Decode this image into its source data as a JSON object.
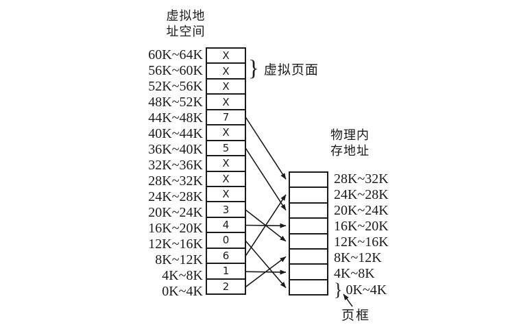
{
  "titles": {
    "virtual": [
      "虚拟地",
      "址空间"
    ],
    "physical": [
      "物理内",
      "存地址"
    ]
  },
  "annotations": {
    "virtual_page": {
      "brace": "}",
      "label": "虚拟页面"
    },
    "page_frame": {
      "brace": "}",
      "label": "页框"
    }
  },
  "virtual_memory": {
    "rows": [
      {
        "range": "60K~64K",
        "value": "X"
      },
      {
        "range": "56K~60K",
        "value": "X"
      },
      {
        "range": "52K~56K",
        "value": "X"
      },
      {
        "range": "48K~52K",
        "value": "X"
      },
      {
        "range": "44K~48K",
        "value": "7"
      },
      {
        "range": "40K~44K",
        "value": "X"
      },
      {
        "range": "36K~40K",
        "value": "5"
      },
      {
        "range": "32K~36K",
        "value": "X"
      },
      {
        "range": "28K~32K",
        "value": "X"
      },
      {
        "range": "24K~28K",
        "value": "X"
      },
      {
        "range": "20K~24K",
        "value": "3"
      },
      {
        "range": "16K~20K",
        "value": "4"
      },
      {
        "range": "12K~16K",
        "value": "0"
      },
      {
        "range": "8K~12K",
        "value": "6"
      },
      {
        "range": "4K~8K",
        "value": "1"
      },
      {
        "range": "0K~4K",
        "value": "2"
      }
    ]
  },
  "physical_memory": {
    "rows": [
      {
        "range": "28K~32K"
      },
      {
        "range": "24K~28K"
      },
      {
        "range": "20K~24K"
      },
      {
        "range": "16K~20K"
      },
      {
        "range": "12K~16K"
      },
      {
        "range": "8K~12K"
      },
      {
        "range": "4K~8K"
      },
      {
        "range": "0K~4K"
      }
    ]
  },
  "mappings": [
    {
      "virtual_range": "44K~48K",
      "frame": 7,
      "physical_range": "28K~32K"
    },
    {
      "virtual_range": "36K~40K",
      "frame": 5,
      "physical_range": "20K~24K"
    },
    {
      "virtual_range": "20K~24K",
      "frame": 3,
      "physical_range": "12K~16K"
    },
    {
      "virtual_range": "16K~20K",
      "frame": 4,
      "physical_range": "16K~20K"
    },
    {
      "virtual_range": "12K~16K",
      "frame": 0,
      "physical_range": "0K~4K"
    },
    {
      "virtual_range": "8K~12K",
      "frame": 6,
      "physical_range": "24K~28K"
    },
    {
      "virtual_range": "4K~8K",
      "frame": 1,
      "physical_range": "4K~8K"
    },
    {
      "virtual_range": "0K~4K",
      "frame": 2,
      "physical_range": "8K~12K"
    }
  ],
  "colors": {
    "ink": "#1a1a1a",
    "background": "#ffffff"
  }
}
